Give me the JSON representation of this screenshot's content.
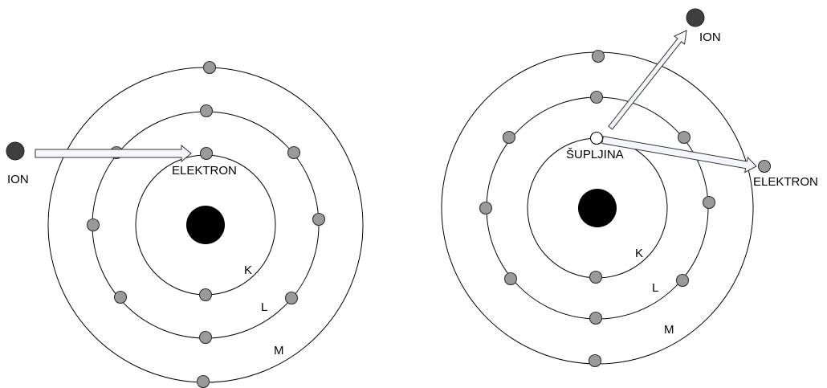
{
  "diagram": {
    "left_atom": {
      "ion_label": "ION",
      "electron_label": "ELEKTRON",
      "shell_labels": {
        "k": "K",
        "l": "L",
        "m": "M"
      }
    },
    "right_atom": {
      "ion_label": "ION",
      "hole_label": "ŠUPLJINA",
      "electron_label": "ELEKTRON",
      "shell_labels": {
        "k": "K",
        "l": "L",
        "m": "M"
      }
    }
  }
}
